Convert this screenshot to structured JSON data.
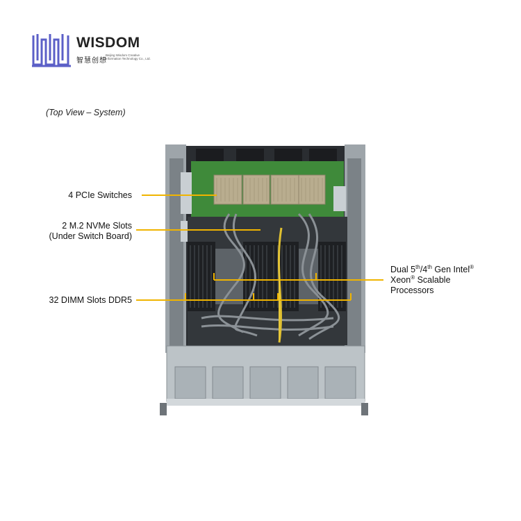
{
  "logo": {
    "brand": "WISDOM",
    "chinese": "智慧创想",
    "english_line1": "Beijing Wisdom Creative",
    "english_line2": "Information Technology Co., Ltd.",
    "color": "#5b5fc7"
  },
  "caption": "(Top View – System)",
  "callouts": {
    "pcie": "4 PCIe Switches",
    "m2_line1": "2 M.2 NVMe Slots",
    "m2_line2": "(Under Switch Board)",
    "dimm": "32 DIMM Slots DDR5",
    "cpu_prefix": "Dual 5",
    "cpu_sup1": "th",
    "cpu_mid": "/4",
    "cpu_sup2": "th",
    "cpu_suffix": " Gen Intel",
    "cpu_reg1": "®",
    "cpu_line2a": "Xeon",
    "cpu_reg2": "®",
    "cpu_line2b": " Scalable",
    "cpu_line3": "Processors"
  },
  "colors": {
    "callout_line": "#f0b400",
    "board_green": "#3f8a3a",
    "chassis_gray": "#a9b1b6"
  }
}
